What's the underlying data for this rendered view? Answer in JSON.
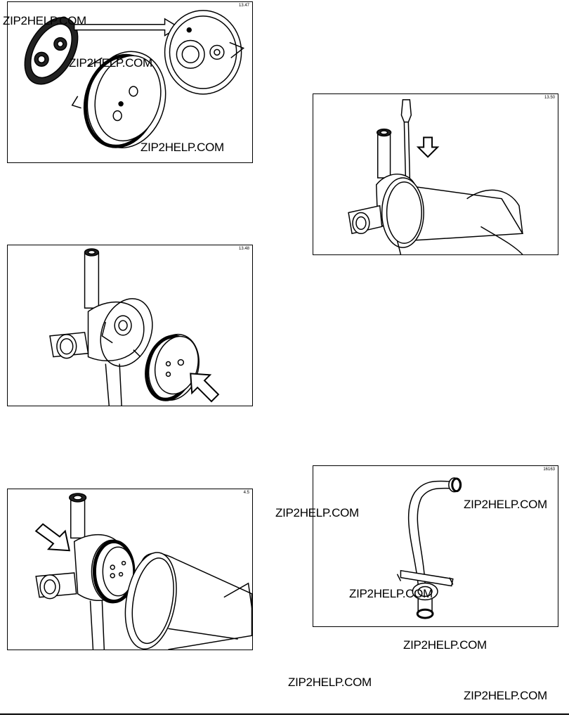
{
  "figures": [
    {
      "id": "13.47"
    },
    {
      "id": "13.48"
    },
    {
      "id": "4.5"
    },
    {
      "id": "13.50"
    },
    {
      "id": "16163"
    }
  ],
  "watermarks": [
    "ZIP2HELP.COM",
    "ZIP2HELP.COM",
    "ZIP2HELP.COM",
    "ZIP2HELP.COM",
    "ZIP2HELP.COM",
    "ZIP2HELP.COM",
    "ZIP2HELP.COM",
    "ZIP2HELP.COM",
    "ZIP2HELP.COM"
  ],
  "colors": {
    "line": "#000000",
    "paper": "#ffffff"
  }
}
